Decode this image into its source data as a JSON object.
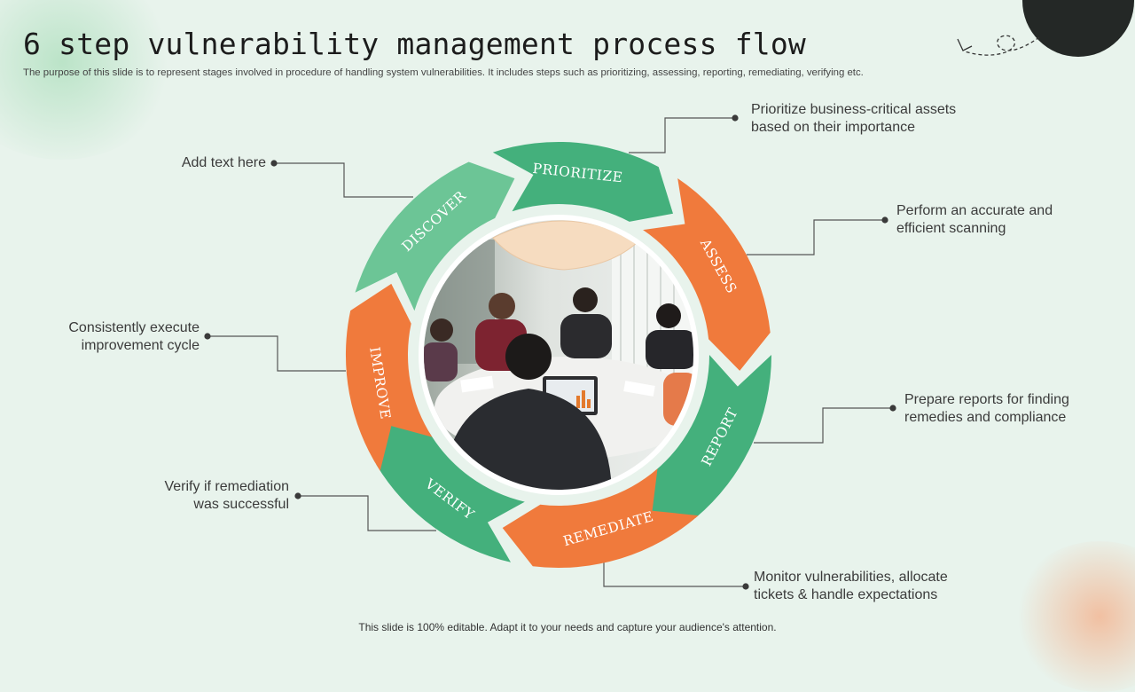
{
  "title": "6 step vulnerability management process flow",
  "subtitle": "The purpose of this slide is to represent stages involved in procedure of handling system vulnerabilities. It includes steps such as prioritizing, assessing, reporting, remediating, verifying etc.",
  "footer": "This slide is 100% editable. Adapt it to your needs and capture your audience's attention.",
  "steps": [
    {
      "label": "DISCOVER",
      "color": "#6cc596",
      "note": "Add text here"
    },
    {
      "label": "PRIORITIZE",
      "color": "#44b07c",
      "note": "Prioritize business-critical assets based on their importance"
    },
    {
      "label": "ASSESS",
      "color": "#f07a3c",
      "note": "Perform an accurate and efficient scanning"
    },
    {
      "label": "REPORT",
      "color": "#44b07c",
      "note": "Prepare reports for finding remedies and compliance"
    },
    {
      "label": "REMEDIATE",
      "color": "#f07a3c",
      "note": "Monitor vulnerabilities, allocate tickets & handle expectations"
    },
    {
      "label": "VERIFY",
      "color": "#44b07c",
      "note": "Verify if remediation was successful"
    },
    {
      "label": "IMPROVE",
      "color": "#f07a3c",
      "note": "Consistently execute improvement cycle"
    }
  ],
  "center_image": "team-meeting-photo",
  "decor_icon": "dashed-loop-arrow-icon"
}
